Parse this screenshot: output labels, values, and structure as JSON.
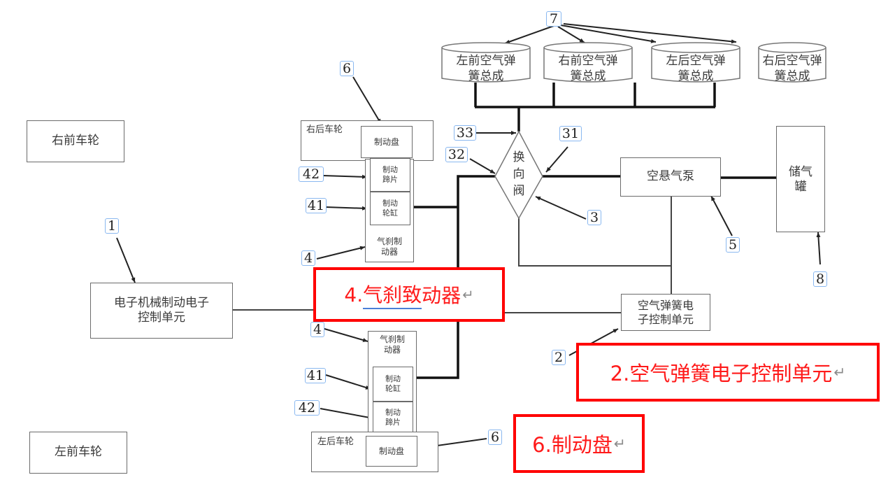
{
  "diagram": {
    "air_springs": [
      {
        "label_line1": "左前空气弹",
        "label_line2": "簧总成"
      },
      {
        "label_line1": "右前空气弹",
        "label_line2": "簧总成"
      },
      {
        "label_line1": "左后空气弹",
        "label_line2": "簧总成"
      },
      {
        "label_line1": "右后空气弹",
        "label_line2": "簧总成"
      }
    ],
    "wheels": {
      "front_right": "右前车轮",
      "front_left": "左前车轮",
      "rear_right": "右后车轮",
      "rear_left": "左后车轮"
    },
    "brake_disc": "制动盘",
    "brake_pad_line1": "制动",
    "brake_pad_line2": "蹄片",
    "wheel_cylinder_line1": "制动",
    "wheel_cylinder_line2": "轮缸",
    "air_brake_line1": "气刹制",
    "air_brake_line2": "动器",
    "ecu_emb_line1": "电子机械制动电子",
    "ecu_emb_line2": "控制单元",
    "valve": {
      "c1": "换",
      "c2": "向",
      "c3": "阀"
    },
    "pump": "空悬气泵",
    "tank_line1": "储气",
    "tank_line2": "罐",
    "ecu_air_line1": "空气弹簧电",
    "ecu_air_line2": "子控制单元"
  },
  "tags": {
    "t1": "1",
    "t2": "2",
    "t3": "3",
    "t31": "31",
    "t32": "32",
    "t33": "33",
    "t4_top": "4",
    "t4_bottom": "4",
    "t41_top": "41",
    "t41_bottom": "41",
    "t42_top": "42",
    "t42_bottom": "42",
    "t5": "5",
    "t6_top": "6",
    "t6_bottom": "6",
    "t7": "7",
    "t8": "8"
  },
  "callouts": {
    "c4_prefix": "4.",
    "c4_underlined": "气刹致",
    "c4_rest": "动器",
    "c2": "2.空气弹簧电子控制单元",
    "c6": "6.制动盘",
    "return_mark": "↵"
  },
  "colors": {
    "callout_red": "#ff0000",
    "tag_border": "#8ab8f0",
    "underline_blue": "#4a7fd8"
  }
}
